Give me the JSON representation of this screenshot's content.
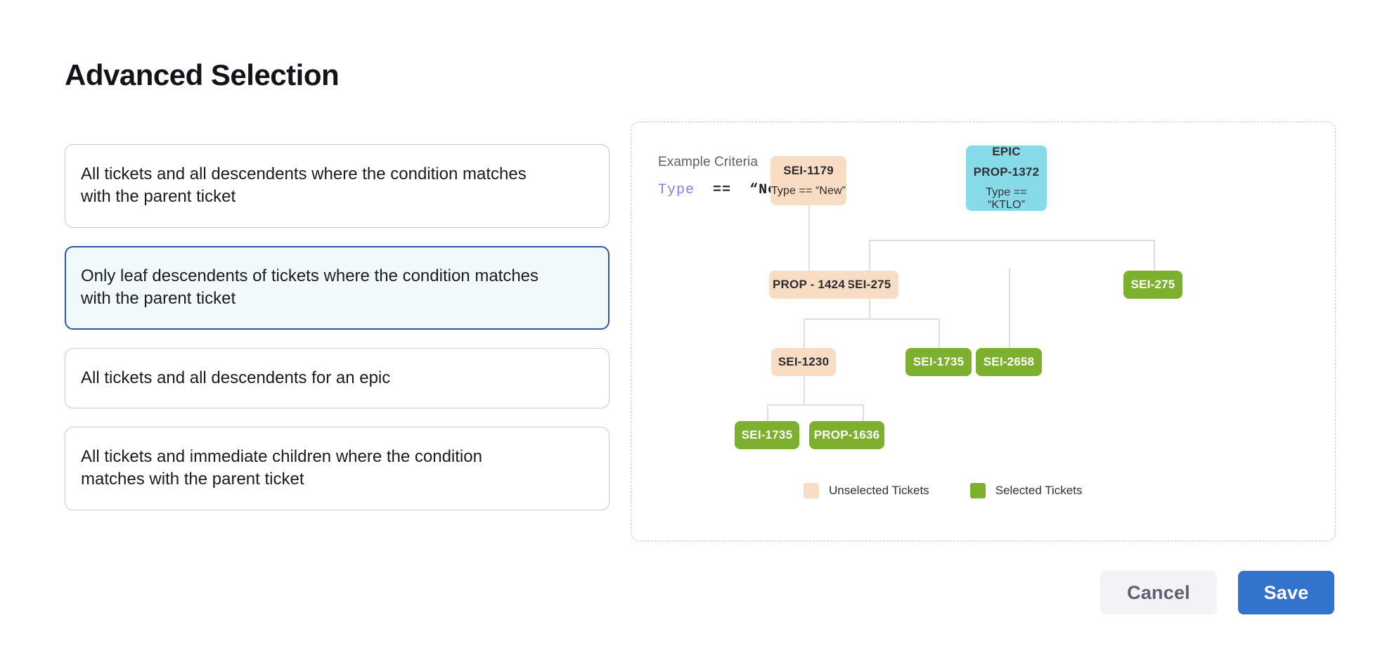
{
  "page": {
    "title": "Advanced Selection"
  },
  "options": [
    {
      "label": "All tickets and all descendents where the condition matches with the parent ticket",
      "selected": false
    },
    {
      "label": "Only leaf descendents of tickets where the condition matches with the parent ticket",
      "selected": true
    },
    {
      "label": "All tickets and all descendents for an epic",
      "selected": false
    },
    {
      "label": "All tickets and immediate children where the condition matches with the parent ticket",
      "selected": false
    }
  ],
  "diagram": {
    "criteria_label": "Example Criteria",
    "criteria_expression": {
      "keyword": "Type",
      "operator": "==",
      "value": "“New”"
    },
    "nodes": [
      {
        "id": "root",
        "title": "SEI-1179",
        "subtitle": "Type == “New”",
        "state": "unselected"
      },
      {
        "id": "epic",
        "header": "EPIC",
        "title": "PROP-1372",
        "subtitle": "Type == “KTLO”",
        "state": "epic"
      },
      {
        "id": "l2a",
        "title": "SEI-275",
        "state": "unselected"
      },
      {
        "id": "l2b",
        "title": "PROP - 1424",
        "state": "unselected"
      },
      {
        "id": "l2c",
        "title": "SEI-275",
        "state": "selected"
      },
      {
        "id": "l3a",
        "title": "SEI-1230",
        "state": "unselected"
      },
      {
        "id": "l3b",
        "title": "SEI-1735",
        "state": "selected"
      },
      {
        "id": "l3c",
        "title": "SEI-2658",
        "state": "selected"
      },
      {
        "id": "l4a",
        "title": "SEI-1735",
        "state": "selected"
      },
      {
        "id": "l4b",
        "title": "PROP-1636",
        "state": "selected"
      }
    ],
    "legend": [
      {
        "label": "Unselected Tickets",
        "color": "#f8dcc3"
      },
      {
        "label": "Selected Tickets",
        "color": "#7cb02e"
      }
    ]
  },
  "footer": {
    "cancel_label": "Cancel",
    "save_label": "Save"
  },
  "colors": {
    "accent": "#3273cd",
    "selected_option_border": "#2f55a4",
    "selected_option_bg": "#f2f9fc",
    "unselected_ticket": "#f8dcc3",
    "selected_ticket": "#7cb02e",
    "epic_ticket": "#87dbe8",
    "criteria_keyword": "#7b83e8",
    "connector": "#dcdee4"
  }
}
